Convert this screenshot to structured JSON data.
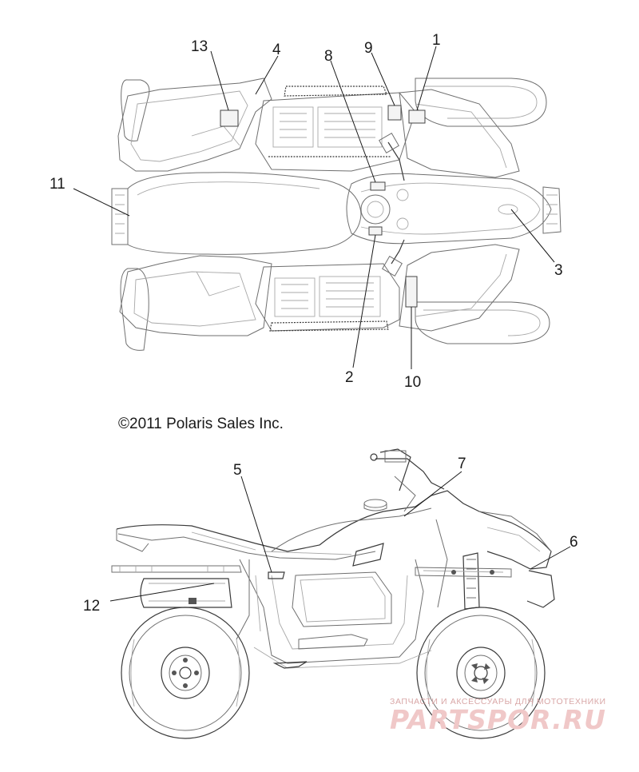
{
  "copyright": "©2011 Polaris Sales Inc.",
  "watermark": {
    "tagline": "ЗАПЧАСТИ И АКСЕССУАРЫ ДЛЯ МОТОТЕХНИКИ",
    "brand": "PARTSPOR.RU"
  },
  "callouts": {
    "c1": "1",
    "c2": "2",
    "c3": "3",
    "c4": "4",
    "c5": "5",
    "c6": "6",
    "c7": "7",
    "c8": "8",
    "c9": "9",
    "c10": "10",
    "c11": "11",
    "c12": "12",
    "c13": "13"
  }
}
